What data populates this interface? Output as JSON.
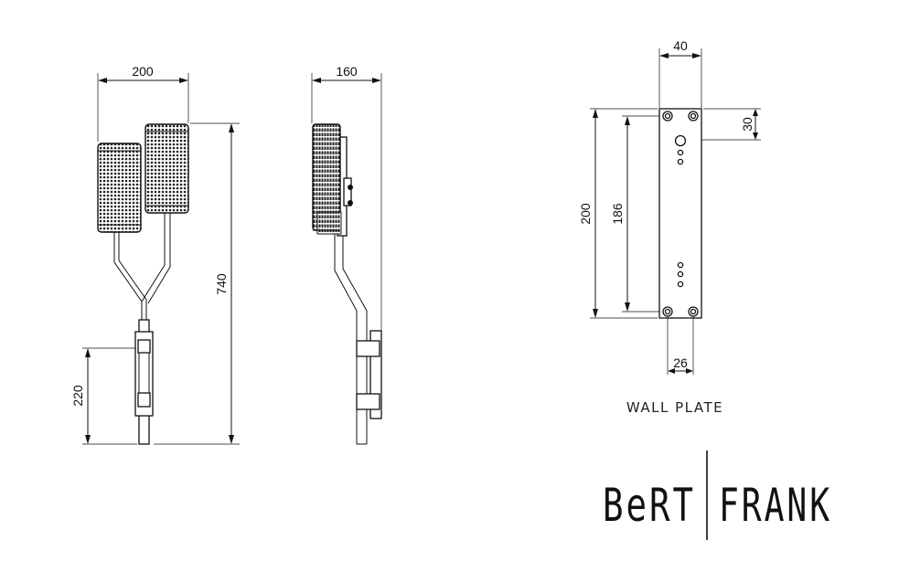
{
  "front_view": {
    "width_label": "200",
    "height_label": "740",
    "plate_height_label": "220"
  },
  "side_view": {
    "depth_label": "160"
  },
  "wall_plate": {
    "width_label": "40",
    "top_offset_label": "30",
    "height_label": "200",
    "hole_spacing_label": "186",
    "hole_width_label": "26",
    "caption": "WALL PLATE"
  },
  "brand": {
    "left": "BeRT",
    "right": "FRANK"
  },
  "colors": {
    "line": "#111111",
    "background": "#ffffff"
  }
}
